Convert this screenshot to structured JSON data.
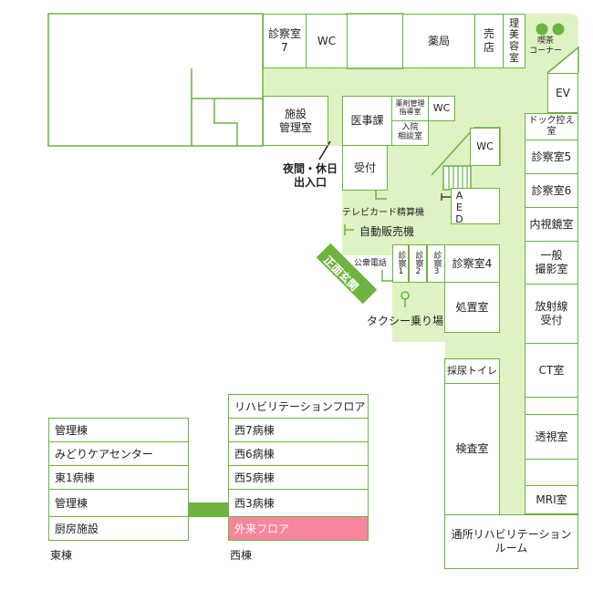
{
  "colors": {
    "outline": "#6cb33f",
    "corridor": "#dff2c4",
    "highlight": "#f7869d",
    "connector": "#6cb33f"
  },
  "rooms": {
    "exam7": "診察室\n7",
    "wc_top": "WC",
    "pharmacy": "薬局",
    "shop": "売\n店",
    "barber": "理\n美\n容\n室",
    "cafe": "喫茶\nコーナー",
    "ev": "EV",
    "facility": "施設\n管理室",
    "medical_affairs": "医事課",
    "drug_guidance": "薬剤管理\n指導室",
    "admission": "入院\n相談室",
    "wc_mid": "WC",
    "reception": "受付",
    "wc_right": "WC",
    "dock": "ドック控え室",
    "exam5": "診察室5",
    "exam6": "診察室6",
    "endoscopy": "内視鏡室",
    "general_xray": "一般\n撮影室",
    "radiology": "放射線\n受付",
    "ct": "CT室",
    "fluoroscopy": "透視室",
    "mri": "MRI室",
    "exam1": "診察1",
    "exam2": "診察2",
    "exam3": "診察3",
    "exam4": "診察室4",
    "treatment": "処置室",
    "urine_toilet": "採尿トイレ",
    "lab": "検査室",
    "outpatient_rehab": "通所リハビリテーション\nルーム"
  },
  "labels": {
    "night_entrance": "夜間・休日\n出入口",
    "telecard": "テレビカード精算機",
    "vending": "自動販売機",
    "public_phone": "公衆電話",
    "main_entrance": "正面玄関",
    "taxi": "タクシー乗り場",
    "aed": "AED"
  },
  "legend": {
    "east": {
      "title": "東棟",
      "items": [
        "管理棟",
        "みどりケアセンター",
        "東1病棟",
        "管理棟",
        "厨房施設"
      ]
    },
    "west": {
      "title": "西棟",
      "items": [
        "リハビリテーションフロア",
        "西7病棟",
        "西6病棟",
        "西5病棟",
        "西3病棟",
        "外来フロア"
      ],
      "highlighted": "外来フロア"
    }
  }
}
